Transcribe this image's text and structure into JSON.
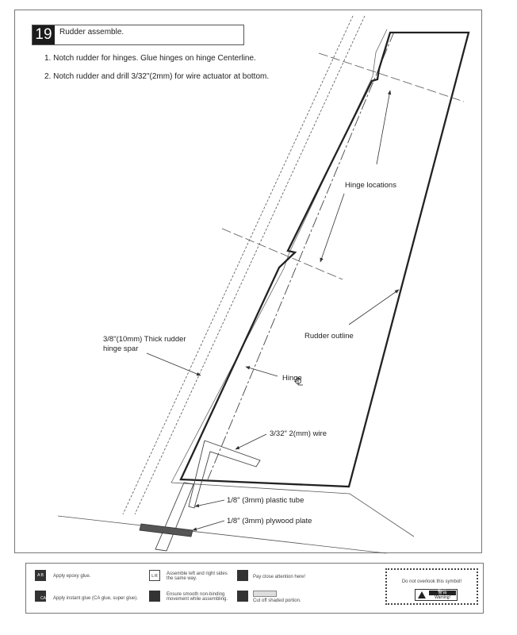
{
  "step": {
    "number": "19",
    "title": "Rudder assemble."
  },
  "instructions": [
    "1. Notch rudder for hinges. Glue hinges on hinge Centerline.",
    "2. Notch rudder and drill 3/32\"(2mm) for wire actuator at bottom."
  ],
  "labels": {
    "hinge_locations": "Hinge locations",
    "rudder_outline": "Rudder outline",
    "hinge_spar_line1": "3/8\"(10mm) Thick rudder",
    "hinge_spar_line2": "hinge spar",
    "hinge_cl": "Hinge",
    "wire": "3/32\" 2(mm) wire",
    "plastic_tube": "1/8\" (3mm) plastic tube",
    "plywood_plate": "1/8\" (3mm) plywood plate"
  },
  "legend": {
    "epoxy": "Apply epoxy glue.",
    "instant_glue": "Apply instant glue (CA glue, super glue).",
    "assemble_sides_line1": "Assemble left and right sides",
    "assemble_sides_line2": "the same way.",
    "smooth_line1": "Ensure smooth non-binding",
    "smooth_line2": "movement while assembling.",
    "attention": "Pay close attention here!",
    "cut_off": "Cut off shaded portion.",
    "warning_note": "Do not overlook this symbol!",
    "warning_cn": "警告",
    "warning_en": "Warning!",
    "icon_ab": "A B",
    "icon_ca": "CA",
    "icon_lr": "L R"
  }
}
